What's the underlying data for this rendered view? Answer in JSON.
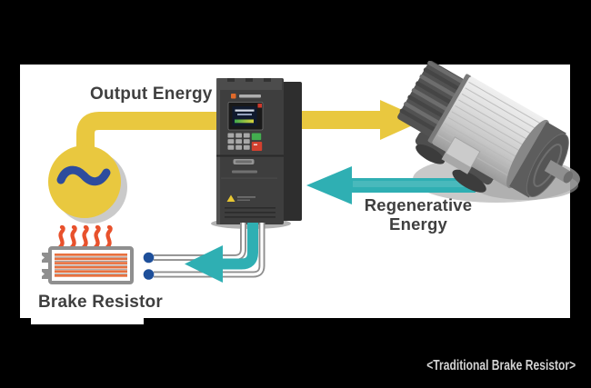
{
  "scene": {
    "caption": "<Traditional Brake Resistor>"
  },
  "labels": {
    "output_energy": "Output Energy",
    "regenerative_line1": "Regenerative",
    "regenerative_line2": "Energy",
    "brake_resistor": "Brake Resistor"
  },
  "colors": {
    "background": "#000000",
    "panel": "#FFFFFF",
    "energy_yellow": "#E9C83F",
    "energy_teal": "#2FAFB3",
    "terminal_navy": "#1E4F9A",
    "heat_red": "#E8512C",
    "resistor_stripe_orange": "#E8713F",
    "label_text": "#3F3F3F",
    "caption_text": "#D2D2D2"
  },
  "icons": {
    "power_source": "ac-sine-source-icon",
    "inverter": "inverter-drive-icon",
    "motor": "motor-icon",
    "brake_resistor": "brake-resistor-icon",
    "heat": "heat-waves-icon",
    "output_flow": "arrow-right-icon",
    "regenerative_flow": "arrow-left-icon",
    "braking_flow": "arrow-left-icon"
  }
}
